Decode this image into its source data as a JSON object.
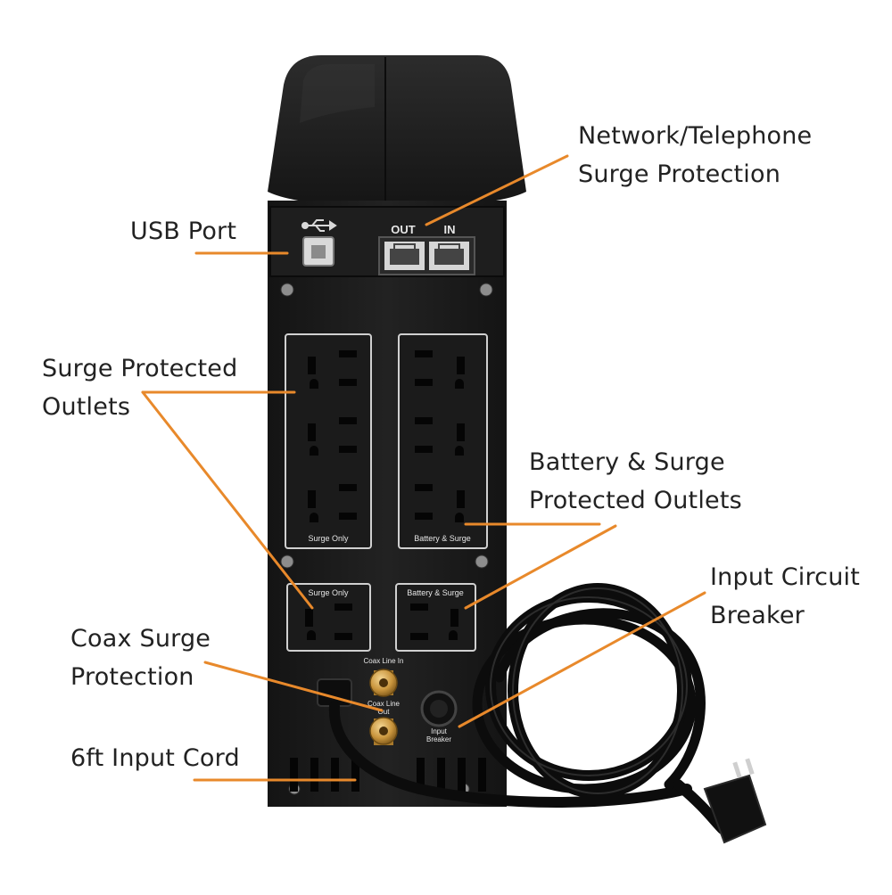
{
  "colors": {
    "callout_line": "#e8892b",
    "label_text": "#222222",
    "device_body": "#1b1b1b",
    "device_label": "#e6e6e6"
  },
  "callouts": {
    "network": {
      "line1": "Network/Telephone",
      "line2": "Surge Protection"
    },
    "usb": {
      "line1": "USB Port"
    },
    "surge_outlets": {
      "line1": "Surge Protected",
      "line2": "Outlets"
    },
    "battery_outlets": {
      "line1": "Battery & Surge",
      "line2": "Protected Outlets"
    },
    "breaker": {
      "line1": "Input Circuit",
      "line2": "Breaker"
    },
    "coax": {
      "line1": "Coax Surge",
      "line2": "Protection"
    },
    "cord": {
      "line1": "6ft Input Cord"
    }
  },
  "device": {
    "port_out": "OUT",
    "port_in": "IN",
    "usb_symbol": "usb-icon",
    "panel_surge_only": "Surge Only",
    "panel_battery_surge": "Battery & Surge",
    "small_surge_only": "Surge Only",
    "small_battery_surge": "Battery & Surge",
    "coax_line_in": "Coax Line In",
    "coax_line_out_1": "Coax Line",
    "coax_line_out_2": "Out",
    "breaker_1": "Input",
    "breaker_2": "Breaker"
  }
}
